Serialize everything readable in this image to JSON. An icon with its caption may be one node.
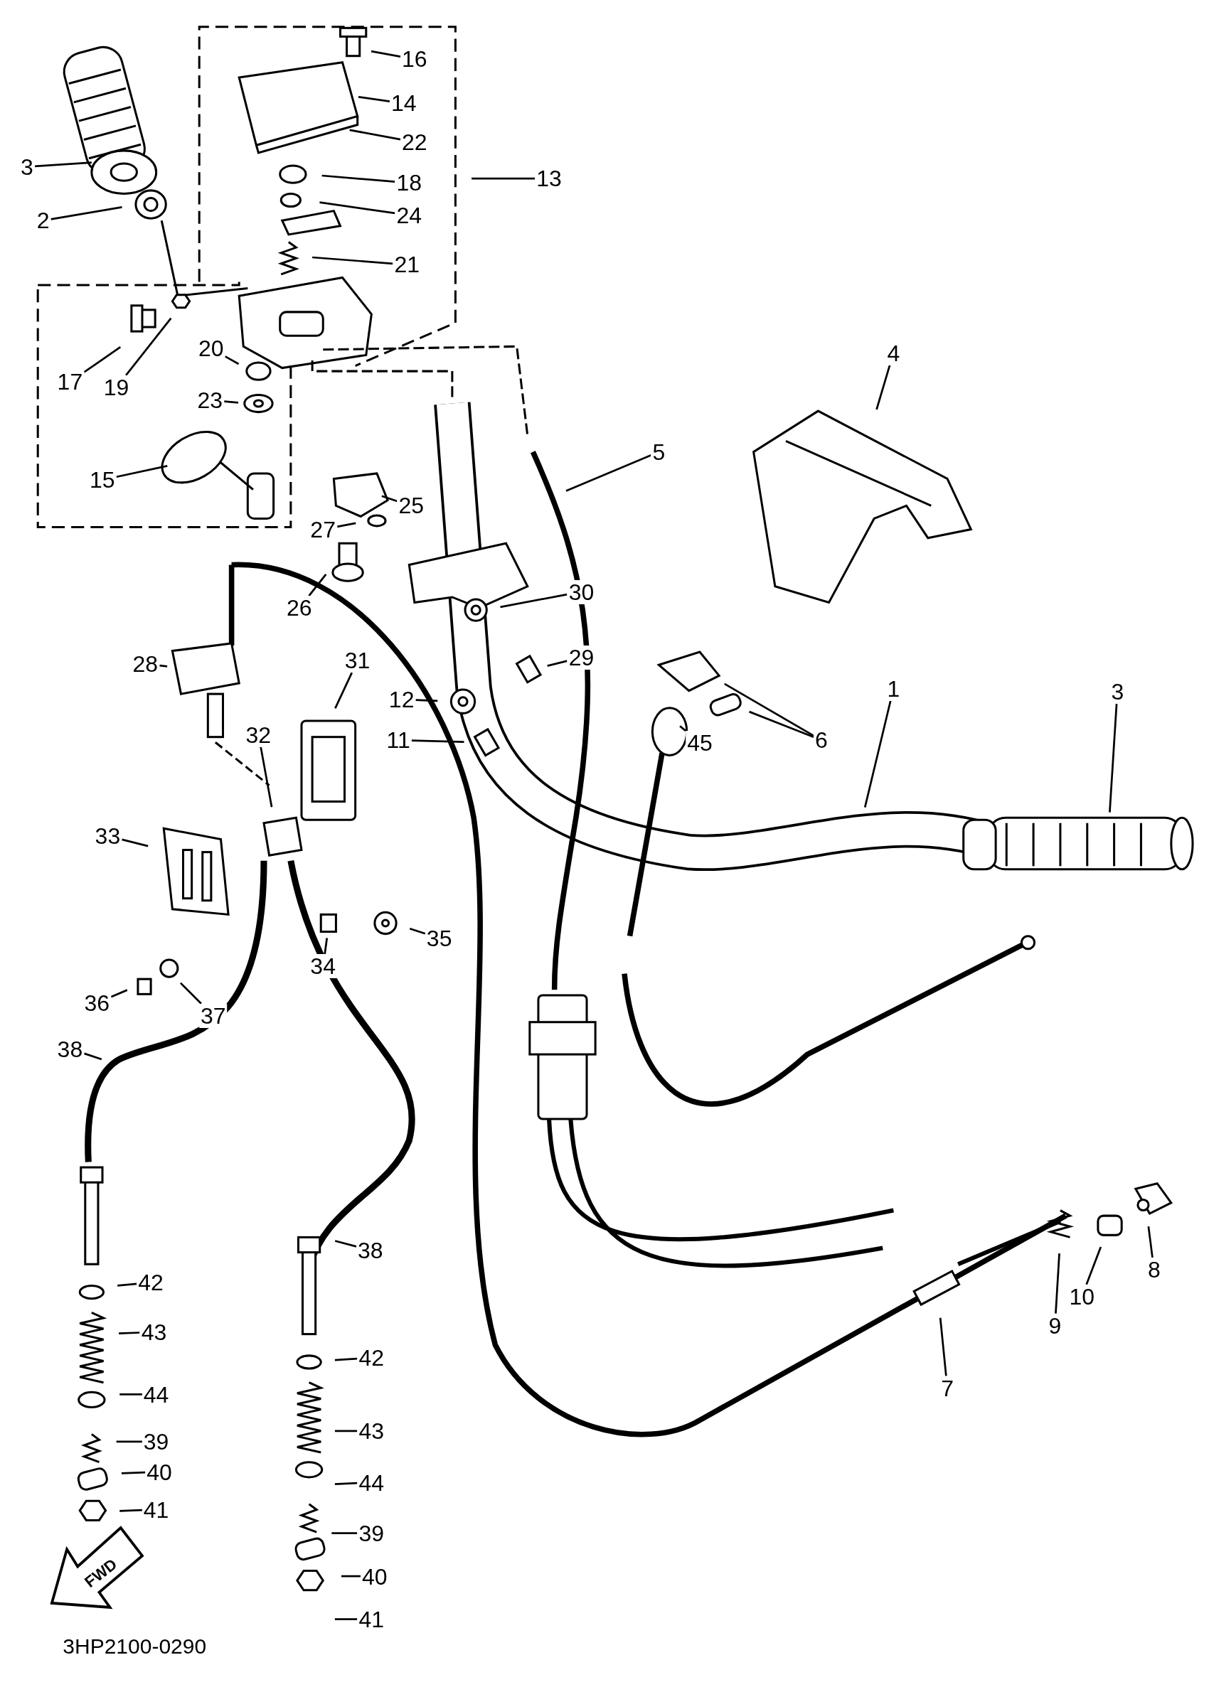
{
  "diagram": {
    "nodes": [
      {
        "text": [
          "16"
        ]
      },
      {
        "text": [
          "14"
        ]
      },
      {
        "text": [
          "22"
        ]
      },
      {
        "text": [
          "18"
        ]
      },
      {
        "text": [
          "24"
        ]
      },
      {
        "text": [
          "21"
        ]
      },
      {
        "text": [
          "13"
        ]
      },
      {
        "text": [
          "3"
        ]
      },
      {
        "text": [
          "2"
        ]
      },
      {
        "text": [
          "17"
        ]
      },
      {
        "text": [
          "19"
        ]
      },
      {
        "text": [
          "20"
        ]
      },
      {
        "text": [
          "23"
        ]
      },
      {
        "text": [
          "15"
        ]
      },
      {
        "text": [
          "25"
        ]
      },
      {
        "text": [
          "27"
        ]
      },
      {
        "text": [
          "26"
        ]
      },
      {
        "text": [
          "4"
        ]
      },
      {
        "text": [
          "5"
        ]
      },
      {
        "text": [
          "30"
        ]
      },
      {
        "text": [
          "29"
        ]
      },
      {
        "text": [
          "28"
        ]
      },
      {
        "text": [
          "12"
        ]
      },
      {
        "text": [
          "11"
        ]
      },
      {
        "text": [
          "31"
        ]
      },
      {
        "text": [
          "32"
        ]
      },
      {
        "text": [
          "45"
        ]
      },
      {
        "text": [
          "6"
        ]
      },
      {
        "text": [
          "3"
        ]
      },
      {
        "text": [
          "1"
        ]
      },
      {
        "text": [
          "33"
        ]
      },
      {
        "text": [
          "34"
        ]
      },
      {
        "text": [
          "35"
        ]
      },
      {
        "text": [
          "36"
        ]
      },
      {
        "text": [
          "37"
        ]
      },
      {
        "text": [
          "38"
        ]
      },
      {
        "text": [
          "38"
        ]
      },
      {
        "text": [
          "42"
        ]
      },
      {
        "text": [
          "43"
        ]
      },
      {
        "text": [
          "44"
        ]
      },
      {
        "text": [
          "39"
        ]
      },
      {
        "text": [
          "40"
        ]
      },
      {
        "text": [
          "41"
        ]
      },
      {
        "text": [
          "42"
        ]
      },
      {
        "text": [
          "43"
        ]
      },
      {
        "text": [
          "44"
        ]
      },
      {
        "text": [
          "39"
        ]
      },
      {
        "text": [
          "40"
        ]
      },
      {
        "text": [
          "41"
        ]
      },
      {
        "text": [
          "9"
        ]
      },
      {
        "text": [
          "10"
        ]
      },
      {
        "text": [
          "8"
        ]
      },
      {
        "text": [
          "7"
        ]
      }
    ],
    "edges": [
      {
        "from": 0,
        "to": null,
        "arrow": "none"
      },
      {
        "from": 1,
        "to": null,
        "arrow": "none"
      },
      {
        "from": 2,
        "to": null,
        "arrow": "none"
      },
      {
        "from": 3,
        "to": null,
        "arrow": "none"
      },
      {
        "from": 4,
        "to": null,
        "arrow": "none"
      },
      {
        "from": 5,
        "to": null,
        "arrow": "none"
      },
      {
        "from": 6,
        "to": null,
        "arrow": "none"
      },
      {
        "from": 7,
        "to": null,
        "arrow": "none"
      },
      {
        "from": 8,
        "to": null,
        "arrow": "none"
      },
      {
        "from": 9,
        "to": null,
        "arrow": "none"
      },
      {
        "from": 10,
        "to": null,
        "arrow": "none"
      },
      {
        "from": 11,
        "to": null,
        "arrow": "none"
      },
      {
        "from": 12,
        "to": null,
        "arrow": "none"
      },
      {
        "from": 13,
        "to": null,
        "arrow": "none"
      },
      {
        "from": 14,
        "to": null,
        "arrow": "none"
      },
      {
        "from": 15,
        "to": null,
        "arrow": "none"
      },
      {
        "from": 16,
        "to": null,
        "arrow": "none"
      },
      {
        "from": 17,
        "to": null,
        "arrow": "none"
      },
      {
        "from": 18,
        "to": null,
        "arrow": "none"
      },
      {
        "from": 19,
        "to": null,
        "arrow": "none"
      },
      {
        "from": 20,
        "to": null,
        "arrow": "none"
      },
      {
        "from": 21,
        "to": null,
        "arrow": "none"
      },
      {
        "from": 22,
        "to": null,
        "arrow": "none"
      },
      {
        "from": 23,
        "to": null,
        "arrow": "none"
      },
      {
        "from": 24,
        "to": null,
        "arrow": "none"
      },
      {
        "from": 25,
        "to": null,
        "arrow": "none"
      },
      {
        "from": 26,
        "to": null,
        "arrow": "none"
      },
      {
        "from": 27,
        "to": null,
        "arrow": "none"
      },
      {
        "from": 27,
        "to": null,
        "arrow": "none"
      },
      {
        "from": 28,
        "to": null,
        "arrow": "none"
      },
      {
        "from": 29,
        "to": null,
        "arrow": "none"
      },
      {
        "from": 30,
        "to": null,
        "arrow": "none"
      },
      {
        "from": 31,
        "to": null,
        "arrow": "none"
      },
      {
        "from": 32,
        "to": null,
        "arrow": "none"
      },
      {
        "from": 33,
        "to": null,
        "arrow": "none"
      },
      {
        "from": 34,
        "to": null,
        "arrow": "none"
      },
      {
        "from": 35,
        "to": null,
        "arrow": "none"
      },
      {
        "from": 36,
        "to": null,
        "arrow": "none"
      },
      {
        "from": 37,
        "to": null,
        "arrow": "none"
      },
      {
        "from": 38,
        "to": null,
        "arrow": "none"
      },
      {
        "from": 39,
        "to": null,
        "arrow": "none"
      },
      {
        "from": 40,
        "to": null,
        "arrow": "none"
      },
      {
        "from": 41,
        "to": null,
        "arrow": "none"
      },
      {
        "from": 42,
        "to": null,
        "arrow": "none"
      },
      {
        "from": 43,
        "to": null,
        "arrow": "none"
      },
      {
        "from": 44,
        "to": null,
        "arrow": "none"
      },
      {
        "from": 45,
        "to": null,
        "arrow": "none"
      },
      {
        "from": 46,
        "to": null,
        "arrow": "none"
      },
      {
        "from": 47,
        "to": null,
        "arrow": "none"
      },
      {
        "from": 48,
        "to": null,
        "arrow": "none"
      },
      {
        "from": 49,
        "to": null,
        "arrow": "none"
      },
      {
        "from": 50,
        "to": null,
        "arrow": "none"
      },
      {
        "from": 51,
        "to": null,
        "arrow": "none"
      },
      {
        "from": 52,
        "to": null,
        "arrow": "none"
      }
    ],
    "labels": [
      "FWD",
      "3HP2100-0290"
    ]
  }
}
